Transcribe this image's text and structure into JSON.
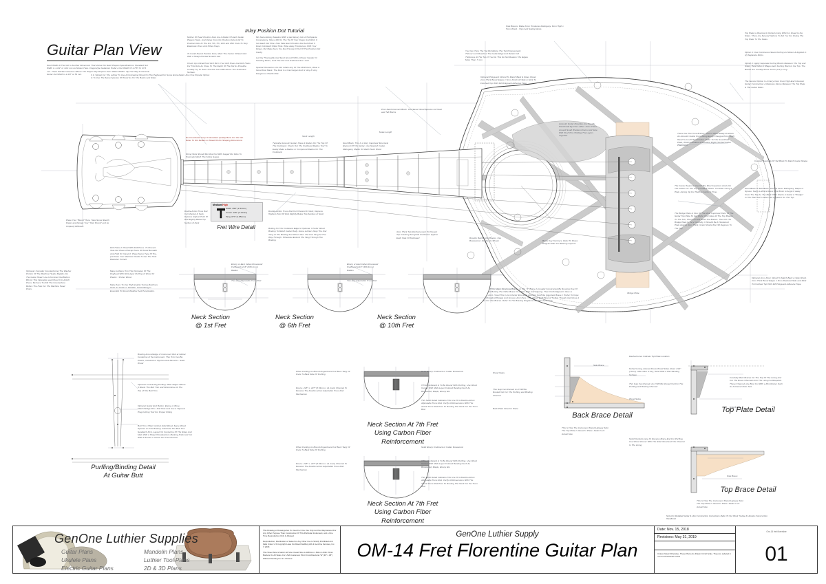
{
  "sheet": {
    "plan_title": "Guitar Plan View",
    "inlay_title": "Inlay Position Dot Tutorial"
  },
  "fret_wire": {
    "caption": "Fret Wire Detail",
    "grade_medium": "Medium/",
    "grade_high": "High",
    "width": "Width .095\" (2.41mm)",
    "crown": "Crown .045\" (1.14mm)",
    "tang": "Tang .073\" (1.85mm)"
  },
  "section_captions": {
    "neck_1st": "Neck Section\n@ 1st Fret",
    "neck_1st_l1": "Neck Section",
    "neck_1st_l2": "@ 1st Fret",
    "neck_6th_l1": "Neck Section",
    "neck_6th_l2": "@ 6th Fret",
    "neck_10th_l1": "Neck Section",
    "neck_10th_l2": "@ 10th Fret",
    "neck_7th_a_l1": "Neck Section At 7th Fret",
    "neck_7th_a_l2": "Using Carbon Fiber",
    "neck_7th_a_l3": "Reinforcement",
    "neck_7th_b_l1": "Neck Section At 7th Fret",
    "neck_7th_b_l2": "Using Carbon Fiber",
    "neck_7th_b_l3": "Reinforcement",
    "purfling_l1": "Purfling/Binding Detail",
    "purfling_l2": "At Guitar Butt",
    "back_brace": "Back Brace Detail",
    "top_plate": "Top Plate Detail",
    "top_brace": "Top Brace Detail"
  },
  "notes": {
    "neck_width": "Neck Width At The Nut Is Another Dimension That Varies Per Each Players Specifications. Standard Nut Width is 1-3/4\" or 44.4 mm As Shown Here. Fingerstyle Guitarists Prefer A Nut Width Of 1-7/8\" Or 47.6 mm. There Will Be Instances Where The Player May Require Even Wider Widths. By The Way A Classical Guitar Nut Width is 2-1/8\" or 54 mm.",
    "inlay_c1_a": "Mother Of Pearl Position Dots Are A Matter Of Each Guitar Players Taste. And Varies From No Position Dots At All To Position Dots At The 3rd, 5th, 7th, 12th and 15th Frets To Very Elaborate Vines And Other Inlays.",
    "inlay_c1_b": "To Install Round Position Dots, Mark The Center Of Each Dot With A Sharp-Pointed Scratch Awl.",
    "inlay_c1_c": "Chuck Up A Brad Point Drill Bit In Your Drill Press And Drill Holes For The Dots As Close To The Depth Of The Dot As Possible. Usually Try To Have The Dot Just A Bit Above The Fretboard Surface.",
    "inlay_c2_a": "Mix Some Ebony Sawdust With 2-part Epoxy Into A Toothpaste Consistency. Take A Bit On The Tip Of Your Finger And Work It Into Each Dot Hole. Now Take Each Position Dot And Work It Down Into Each Filled Hole. Wipe Away The Excess With Your Finger, But Make Sure You Don't Scoop It Out Of The Position Dot Cavity.",
    "inlay_c2_b": "Let Dry Thoroughly And Sand Smooth With A Power Sander Or Sanding Sticks, Until The Dot And Fretboard Are Level.",
    "inlay_c2_c": "Special Precaution: Do Not Inhale Any Of The MOP Dust, Wear A Good Dust Mask. The Dust Is A Carcinogen And Is Very A Very Dangerous Health Risk.",
    "headstock_veneer": "It Is Typical For The Luthier To Use A Contrasting Wood On The Peghead For Some Extra Detail. Also One Popular Option Is To Use The Same Species Of Wood As On The Backs And Sides",
    "nut_material": "Re-Constituted Ivory Or Excellent Quality Bone For the Nut. Refer To Nut Details on Sheet #4 For Shaping Dimensions",
    "nut_slots": "String Slots Should Be Filed Out With Gaged Nut Files To Precisely Match The String Gages.",
    "fretboard_radius": "Typically Acoustic Guitars Have A Radius On The Top Of The Fretboard. Check Out The Fretboard Radius Tool To Easily Make a Radius or Compound Radius On The Fretboard",
    "neck_block": "Neck Block: This Is A Very Important Structural Element Of The Guitar. Use Spanish Cedar, Mahogany, Maple Or Match Neck Wood",
    "truss_rod": "Double-Action Truss Rod Cut Channel In Neck, Depress Highest Point Of Rod Slightly Below Top Surface of Neck",
    "bolt_on": "Bolting On The Fretboard Edge Is Optional. I Prefer Wood Binding To Match Guitar Body. Some Luthiers Stop The Fret Tang At The Binding And Others Run The Fret Tang All The Way Through. Otherwise Extend The Tang Through The Binding.",
    "heel_reinf": "3mm Thick Top Reinforcement To Prevent Top Cracking Alongside Fretboard. Typical Each Side Of Fretboard",
    "scale_length_a": "Neck Length",
    "scale_length_b": "Scale Length",
    "prior_block": "Prior Reinforcement Block. Use Same Wood Species As Head and Tail Blocks",
    "side_braces_top": "Side Braces: Made From Honduras Mahogany. 6mm High x 5mm Wood - Tops And Scallop Ends.",
    "tune_top": "You Can Tune The Top By Making The Top Progressively Thinner As It Reaches The Guitar Edge And Retain Full Thickness At The Top. If You Do This Do Not Reduce The Edges More Than .5 mm",
    "finish_back": "Optional Pickguard: Would To Match Back & Sides Wood. 2mm Thick Bevel Edges 1.5mm Finish All Side & Stick To Finished Top With 3M Pickguard Adhesive Tape",
    "rosette_note": "Acoustic Guitar Rosettes Are Usually Handmade By The Luthier. Form Them Around Small Wooden Drums And Glue With Push Pins Holding The Layers Together",
    "tone_braces": "These Are The Tone Braces. This Is What Really Prohibits An Acoustic Guitar From Being Easily Changed From Right Hand To A Left-Hand Guitar. Refer To The Soundhole Plate, Which Indicates a Standard Right-Handed Guitar Placement.",
    "center_seam": "The Center Seam Is One Of The Most Important Joints On The Guitar For The Top And Back Plates. Consider Using A Plate Joining Jig For Hairline Joints In Time.",
    "bridge_plate_note": "The Bridge Plate Is One Of The Most Important Parts Of The Guitar Top Plate To Get Right. First Glue All The Top Braces To The Tub, Then Cut And Sand The Braces. Then Fit The Bridge Plate In Very Carefully. It Should Be A Hardwood Plate Approx 3mm Thick, Grain Should Run 90 Degrees To The Top",
    "x_brace_joint": "The Intersection Joint Of The Major Structural Braces or The \"X\" Brace Is Usually Constructed By Running One Of The Braces Through And Butting The Other Brace On Either Side And Glueing. Then Cloth Dipped In Glue Is Wrapped Around The Joint. I Feel This Is An Inferior Structural Joint For Such An Important Brace. I Prefer To Cope Out One Brace And Provide A Tongue And Groove Joint Here. This Allows Both Braces To Run Though And Gives A Large Glueing Area For The Braces. Refer To The Bracing Diagrams For This Technique.",
    "rosette_braces": "Rosette Reinforcing Braces, Use Bracewood. Scallop As Shown",
    "brace_key": "Brace Key Numbers, Refer To Brace Diagram Plan For Bracing Layouts",
    "bridge_plate_cap": "Bridge Plate",
    "neck_block_right": "Neck Block or Butt Block. Vertical Grain Mahogany, Maple or Spruce. Some Luthiers Dress This Block to Angle It Away From The Top As The Back Often Slants A Guitar A \"Wedge\" In The Plan and Is Often Not Apparent On The Top",
    "contour_back": "Contour Backside Of Tail Block To Match Guitar Shape",
    "kerfed_right": "Optional 4mm Floor. Wood To Match Back & Side Wood. 2mm Thick Bevel Edges 1.5mm Reduced Side and Stick To Finished Top With 3M Pickguard Adhesive Tape.",
    "top_plate_mount": "Top Plate is Mounted to Kerfed Lining Which is Glued to the Sides. There Are Several Options To Aid You For Gluing The Top Plate To The Sides.",
    "option1": "Option 1: Use Continuous Seam Kerfing As Shown & Applied In (2) Separate Strips.",
    "option2": "Option 2: Apply Separate Kerfing Blocks Between The Top and Sides. Hand Glue & Shape Each Kerfing Block to the Top. The Blocks Are Usually About 12mm (1/2\") Long.",
    "option2b": "The Second Option Is A Carry-Over From High-End Classical Guitar Construction & Reduces Stress Between The Top Plate & The Guitar Sides.",
    "ns_fretboard": "Ebony or East Indian Rosewood Fretboard w/16\" (406.4mm) Radius",
    "ns_trussrod": "Two-way Adjustable Truss Rod",
    "cf_bound": "When Fretting An Bound Fingerboard Cut Back Tang Of Frets To Back Side Of Purfling",
    "cf_channel": "Rout a .218\" x .437\" (5.54mm x 11.1mm) Channel To Receive The Double Action Adjustable Truss Rod Mechanism",
    "cf_ebony": "Solid Ebony Fretboard or Indian Rosewood",
    "cf_purfling": "If The Fretboard Is To Be Bound With Purfling, Use Wood Veneer With Multi-Layer Colored Banding Such As Rosewood, Maple, Ebony Etc.",
    "cf_detail": "This Neck Detail Indicates The Use Of A Double-Action Adjustable Truss Rod. Verify All Dimensions With The Actual Truss Rod Prior To Routing The Neck For the Truss Rod",
    "pb_binding": "Binding Around Edge of Instrument Butt at Global Centerline of the instrument. This Trim Can Be Plastic, Celluloid or My Personal Favorite - Solid Wood",
    "pb_purfling": "Optional Contrasting Purfling. Miter Edges Where It Meets The Butt Trim and Discontinue At The Top of The Butt Trim",
    "pb_endbutton": "Optional Guitar End Button. Ebony or Bone. Match Bridge Pins. Drill Hole And Use A Tapered Plug-Cutting Tool For Proper Fitting",
    "pb_buttrim": "Butt Trim: Often Vertical Solid Wood, Same Wood Species As The Binding. Fabricate The Butt Trim Sandwich First, Layout On Centerline Of The Sides And Mark With A Sharp Woodworkers Marking Knife And Cut With A Router or Chisel Out The Channel",
    "bb_wood_sides": "Wood Sides",
    "bb_side_brace": "Side Brace",
    "bb_back_plate": "Back Plate Glued In Place",
    "bb_kerfed": "Kerfed Lining, Extend Above Wood Sides About 1/32\" (.8mm). After Glue Is Dry, Sand With A Flat Sanding Surface",
    "bb_gap": "This Gap Can Remain As It Will Be Routed Out For The Purfling and Binding Channel",
    "tp_dashed": "Dashed Lines Indicate Top Plate Location",
    "tp_kerfed": "Kerfed Lining, Extend Above Wood Sides About 1/32\" (.8mm). After Glue Is Dry, Sand With A Flat Sanding Surface",
    "tp_gap": "This Gap Can Remain As It Will Be Routed Out For The Purfling and Binding Channel",
    "tp_wood_sides": "Wood Sides",
    "tp_mark": "Carefully Mark Braces On The Top Of The Lining And Cut The Brace Channels Into The Lining As Required. These Channels Are Best Cut With a Mini Router Such As A Dremel Roto-Tool",
    "tp_side_brace": "Side Brace",
    "tb_notch": "Notch Kerfed Lining To Receive Brace End For Purfling, Use Wood Veneer With The Side Wood and The Channel In The Lining",
    "tb_side_brace": "Side Brace",
    "bb_howto": "This Is How The Instrument Should Appear After The Top Plate Is Glued In Place. Detail Is 2x Actual Size",
    "tb_howto": "This Is How The Instrument Should Appear After The Top Plate Is Glued In Place. Detail Is 2x Actual Size",
    "handbook": "Note For Detailed Guitar & Uke Construction Instructions Refer To Our Book \"Guitar & Ukulele Construction Handbook",
    "peghead_brand": "Place Your \"Brand\" Here. Take Some Sketch Paper and Design Your \"Own Brand\" and be Uniquely Different.",
    "tuner_note": "Optional: Consider Counterboring The Washer Portion Of The Machine Heads Slightly Into The Guitar Head. Use A Forstner Flat-Bottom Bit For This Operation and Chuck It In A Drill Press. Be Sure To Drill The Counterbore Before The Hole For The Machine Head Posts.",
    "drill_note": "Drill Holes In Head With Drill Press. To Prevent Tear-Out Place A Scrap Piece Of Wood Beneath And Hold Or Clamp It. Place Some Type Of Pre-purchase Your Machine Heads To Get The Hole Diameter Correct.",
    "luthier_trim": "Many Luthiers Trim The Perimeter Of The Peghead With Multi-layer Purfling of Wood Or Plastic. I Prefer Wood.",
    "tuning_note": "Make Sure To Use High Quality Tuning Machines Such As Gotoh or Schaller. Gold Plating Is Essential To Resist Weather And Perspiration."
  },
  "title_block": {
    "brand": "GenOne Luthier Supplies",
    "products": [
      "Guitar Plans",
      "Ukulele Plans",
      "Electric Guitar Plans",
      "Mandolin Plans",
      "Luthier Tool Plans",
      "2D & 3D Plans"
    ],
    "legal": [
      "This Drawing or Drawings Are To Used For One Use Only And Not Reproduced For Any Other Purpose Than Construction Of This Particular Instrument, and a One Time Reproduction Only Is Allowed",
      "Reproduction, Distribution or Sales For Any Other Use Is Strictly Prohibited And Falls Under U.S Copyright Laws For David VanBurg A/K & GenOne Services, Inc.  © 2018",
      "This Sheet Size Is Metric A0 Size Overall Size is 1189mm x 841mm With 15mm Borders On All Sides. For USA Customers Print On Architectural \"E\" (36\" x 48\") Without Resizing For 1:1 Printout"
    ],
    "supply_line": "GenOne Luthier Supply",
    "plan_name": "OM-14 Fret Florentine Guitar Plan",
    "date_label": "Date: Nov. 15, 2018",
    "revisions_label": "Revisions: May 31, 2019",
    "scale_note": "Unless Noted Otherwise, These Plans Are Drawn In Full Scale. They Are Labeled in mm and Fractional Inches",
    "sheet_id": "Om-14 fret florentine",
    "sheet_number": "01"
  },
  "colors": {
    "line": "#4a4a4a",
    "body_fill": "#ffffff",
    "brace_fill": "#c8c8c8",
    "bridge_fill": "#f6e3cf",
    "accent_red": "#cc2a20",
    "note_text": "#5d6068"
  }
}
